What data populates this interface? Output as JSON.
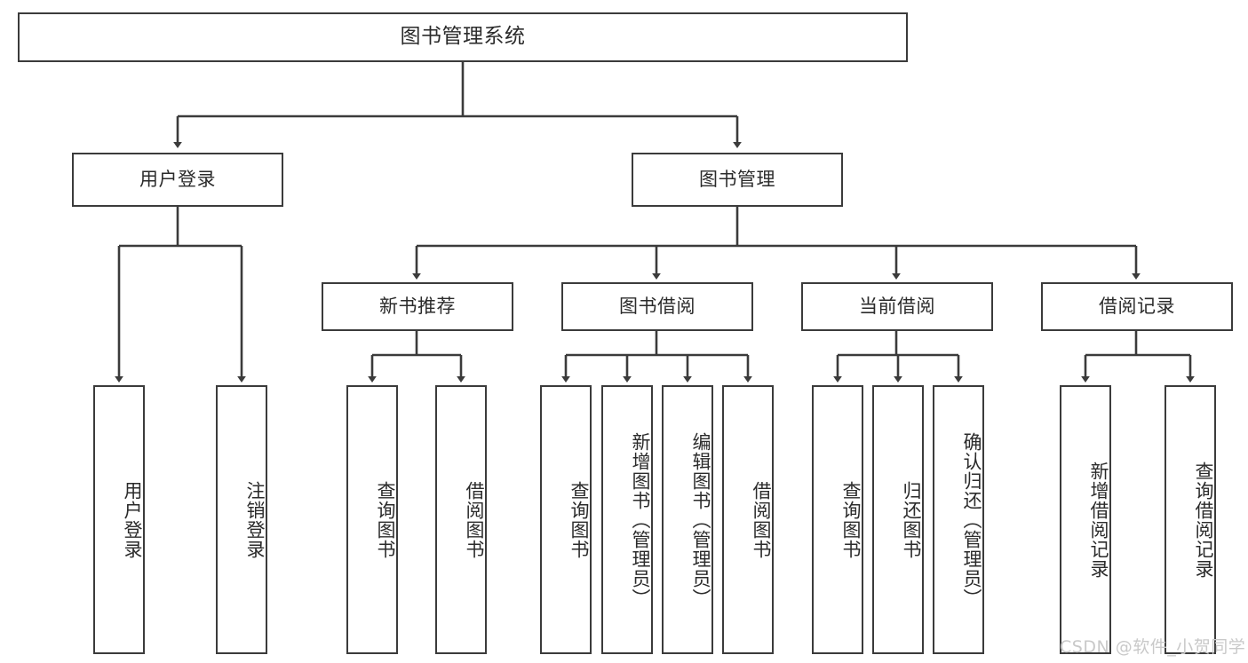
{
  "diagram": {
    "title": "图书管理系统",
    "watermark": "CSDN @软件_小贺同学",
    "colors": {
      "border": "#3b3b3b",
      "background": "#ffffff",
      "text": "#2b2b2b",
      "watermark": "#c9c9c9"
    },
    "nodes": {
      "root": "图书管理系统",
      "user_login": "用户登录",
      "book_management": "图书管理",
      "new_book_recommend": "新书推荐",
      "book_borrow": "图书借阅",
      "current_borrow": "当前借阅",
      "borrow_record": "借阅记录",
      "leaf_user_login": "用户登录",
      "leaf_logout_login": "注销登录",
      "leaf_query_book_1": "查询图书",
      "leaf_borrow_book_1": "借阅图书",
      "leaf_query_book_2": "查询图书",
      "leaf_add_book_admin": "新增图书（管理员）",
      "leaf_edit_book_admin": "编辑图书（管理员）",
      "leaf_borrow_book_2": "借阅图书",
      "leaf_query_book_3": "查询图书",
      "leaf_return_book": "归还图书",
      "leaf_confirm_return_admin": "确认归还（管理员）",
      "leaf_add_borrow_record": "新增借阅记录",
      "leaf_query_borrow_record": "查询借阅记录"
    }
  }
}
